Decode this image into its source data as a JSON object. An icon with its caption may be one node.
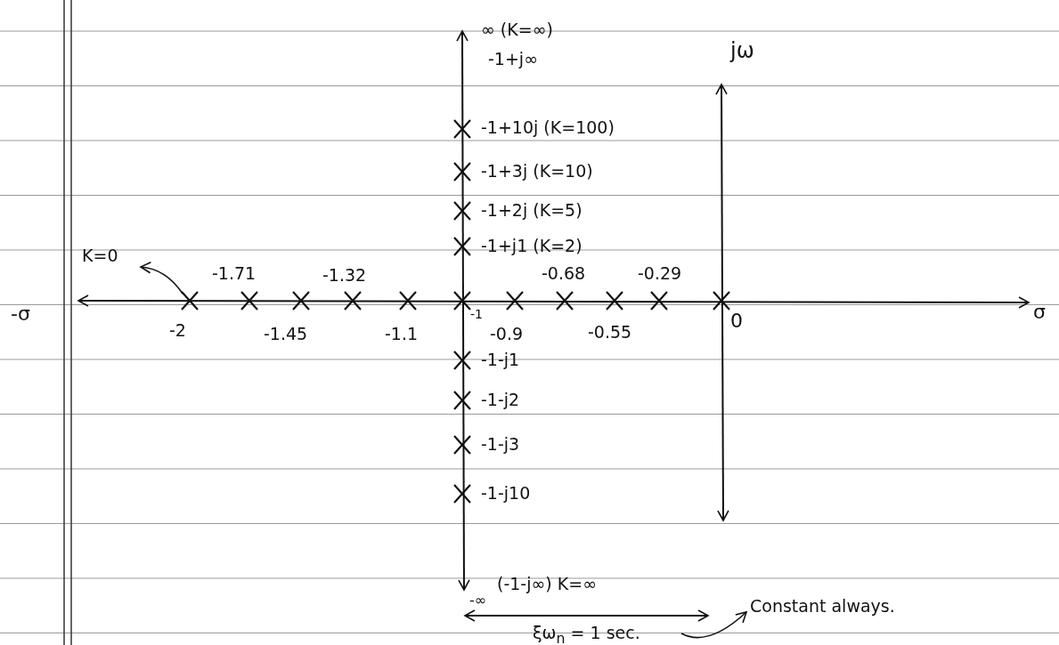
{
  "diagram": {
    "nodes": [
      {
        "text": [
          "K=0"
        ]
      },
      {
        "text": [],
        "shape": "cross"
      },
      {
        "text": [
          "ξω$_{n}$ = 1 sec."
        ]
      },
      {
        "text": [
          "Constant always."
        ]
      }
    ],
    "edges": [
      {
        "from": 1,
        "to": 0,
        "arrow": "to"
      },
      {
        "from": 2,
        "to": 3,
        "arrow": "to"
      }
    ],
    "labels": [
      "∞ (K=∞)",
      "-1+j∞",
      "jω",
      "-1+10j (K=100)",
      "-1+3j (K=10)",
      "-1+2j (K=5)",
      "-1+j1 (K=2)",
      "-1.71",
      "-1.32",
      "-0.68",
      "-0.29",
      "-σ",
      "σ",
      "-2",
      "-1.45",
      "-1.1",
      "-1",
      "-0.9",
      "-0.55",
      "0",
      "-1-j1",
      "-1-j2",
      "-1-j3",
      "-1-j10",
      "(-1-j∞) K=∞",
      "-∞"
    ]
  }
}
